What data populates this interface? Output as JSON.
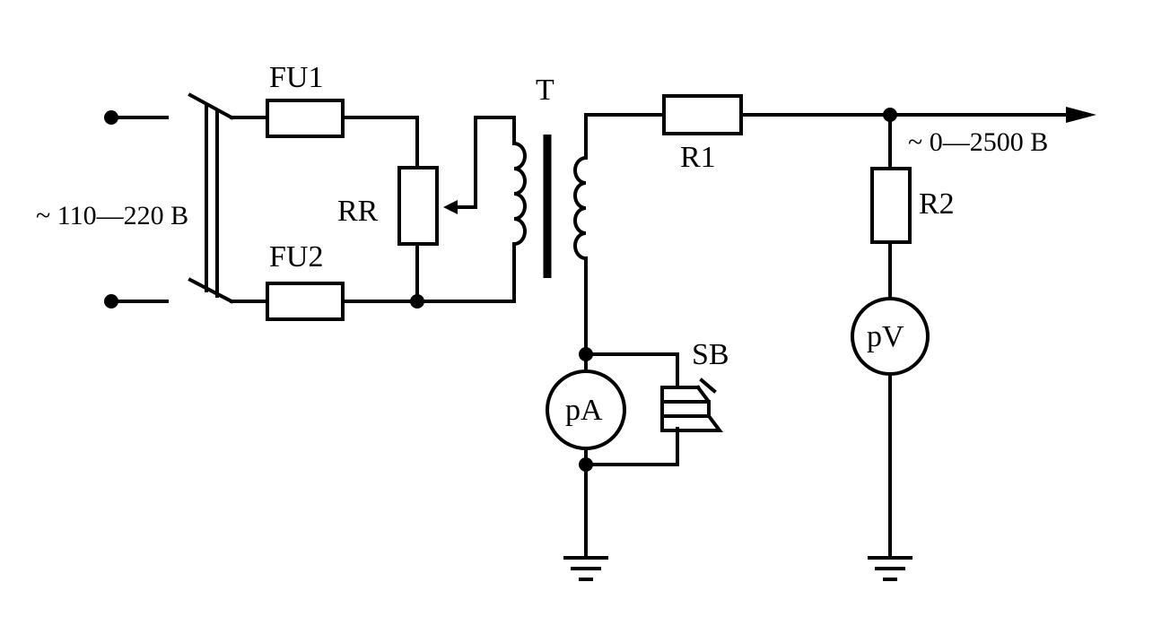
{
  "labels": {
    "input_voltage": "~ 110—220 B",
    "fuse1": "FU1",
    "fuse2": "FU2",
    "rheostat": "RR",
    "transformer": "T",
    "resistor1": "R1",
    "resistor2": "R2",
    "output_voltage": "~ 0—2500 B",
    "ammeter": "pA",
    "voltmeter": "pV",
    "button": "SB"
  }
}
